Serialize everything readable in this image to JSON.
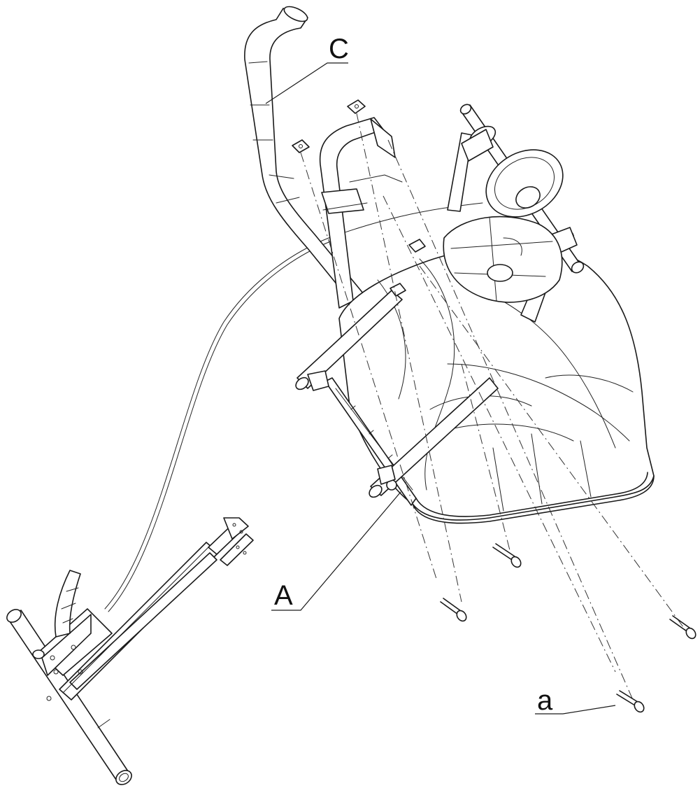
{
  "diagram": {
    "callouts": [
      {
        "id": "callout-c",
        "label": "C"
      },
      {
        "id": "callout-a-upper",
        "label": "A"
      },
      {
        "id": "callout-a-lower",
        "label": "a"
      }
    ],
    "colors": {
      "line": "#1a1a1a",
      "background": "#ffffff"
    }
  }
}
